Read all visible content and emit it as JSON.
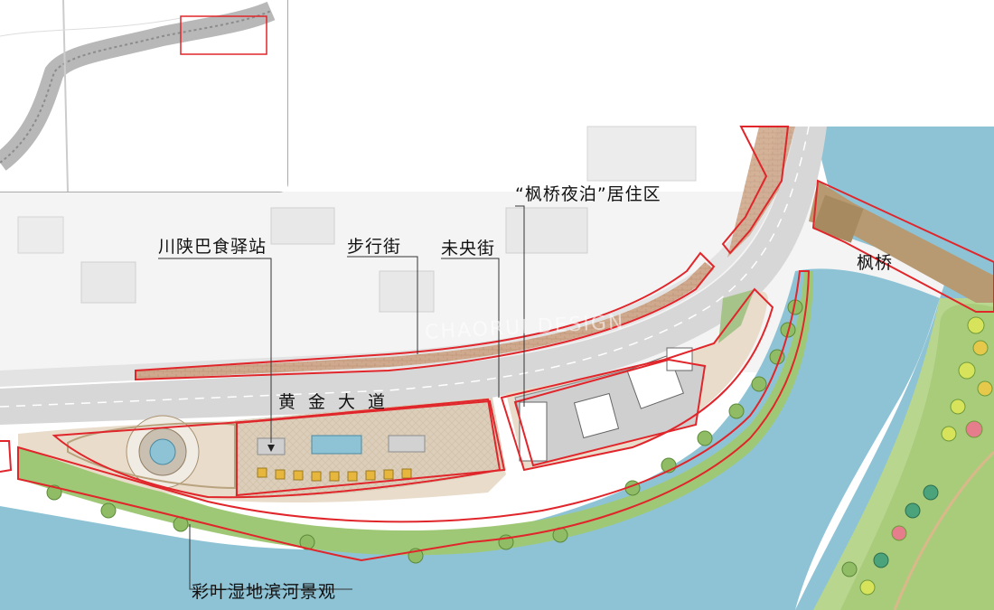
{
  "labels": {
    "food_station": "川陕巴食驿站",
    "pedestrian_street": "步行街",
    "weiyang_street": "未央街",
    "residential": "“枫桥夜泊”居住区",
    "bridge": "枫桥",
    "avenue": "黄金大道",
    "wetland": "彩叶湿地滨河景观"
  },
  "watermark": {
    "text": "CHAORUI DESIGN"
  },
  "colors": {
    "river": "#8ec3d6",
    "road": "#d7d7d7",
    "plaza": "#e9dccb",
    "green": "#93bf6a",
    "outline": "#e0262b",
    "bridge": "#b89a72"
  }
}
